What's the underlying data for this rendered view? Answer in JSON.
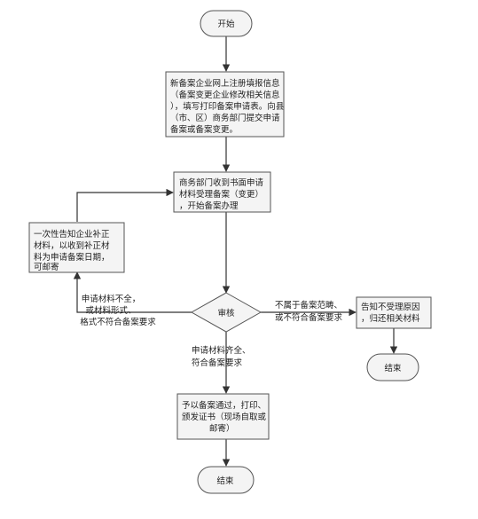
{
  "flowchart": {
    "start": {
      "label": "开始"
    },
    "step1": {
      "lines": [
        "新备案企业网上注册填报信息",
        "（备案变更企业修改相关信息",
        "），填写打印备案申请表。向县",
        "（市、区）商务部门提交申请",
        "备案或备案变更。"
      ]
    },
    "step2": {
      "lines": [
        "商务部门收到书面申请",
        "材料受理备案（变更）",
        "，开始备案办理"
      ]
    },
    "correction": {
      "lines": [
        "一次性告知企业补正",
        "材料，以收到补正材",
        "料为申请备案日期，",
        "可邮寄"
      ]
    },
    "review": {
      "label": "审核"
    },
    "reject": {
      "lines": [
        "告知不受理原因",
        "，归还相关材料"
      ]
    },
    "end_right": {
      "label": "结束"
    },
    "approve": {
      "lines": [
        "予以备案通过，打印、",
        "颁发证书（现场自取或",
        "邮寄）"
      ]
    },
    "end_bottom": {
      "label": "结束"
    },
    "edge_labels": {
      "incomplete": [
        "申请材料不全，",
        "或材料形式、",
        "格式不符合备案要求"
      ],
      "not_in_scope": [
        "不属于备案范畴、",
        "或不符合备案要求"
      ],
      "complete": [
        "申请材料齐全、",
        "符合备案要求"
      ]
    }
  }
}
